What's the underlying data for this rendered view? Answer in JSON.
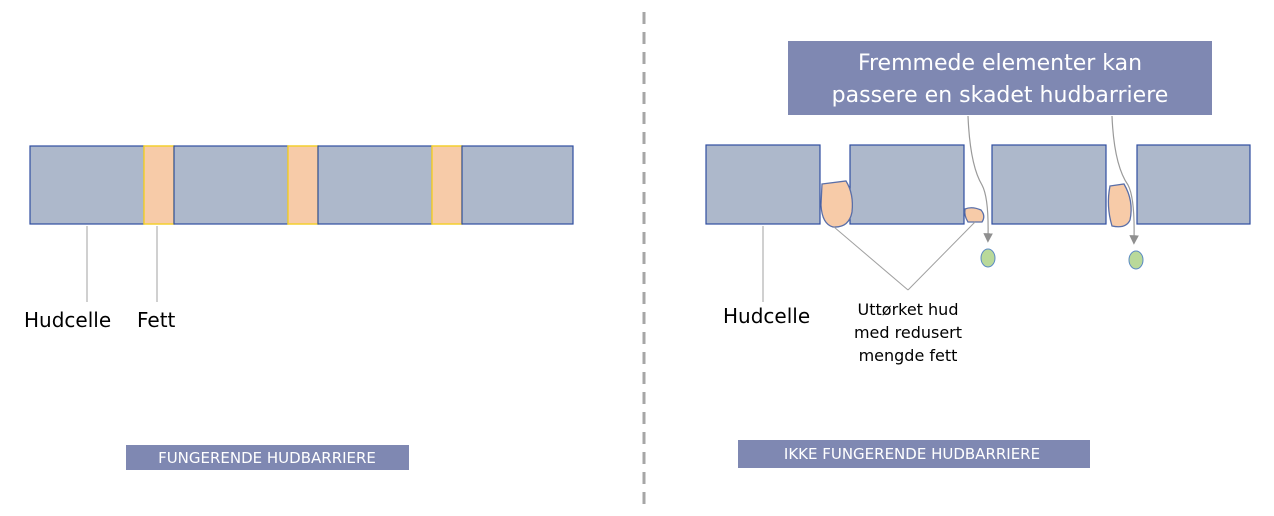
{
  "left_panel": {
    "label_skin_cell": "Hudcelle",
    "label_fat": "Fett",
    "caption": "FUNGERENDE HUDBARRIERE"
  },
  "right_panel": {
    "callout_line1": "Fremmede elementer kan",
    "callout_line2": "passere en skadet hudbarriere",
    "label_skin_cell": "Hudcelle",
    "dry_skin_line1": "Uttørket hud",
    "dry_skin_line2": "med redusert",
    "dry_skin_line3": "mengde fett",
    "caption": "IKKE FUNGERENDE HUDBARRIERE"
  },
  "colors": {
    "skin_cell_fill": "#adb8cb",
    "skin_cell_border": "#2f4ea0",
    "fat_fill": "#f7cba8",
    "fat_border": "#f4cf2f",
    "damaged_fat_border": "#5a6fa8",
    "foreign_particle_fill": "#b9d99a",
    "foreign_particle_border": "#5b8ac4",
    "banner_fill": "#7f88b2",
    "pointer_line": "#a0a0a0",
    "divider": "#a6a6a6"
  }
}
